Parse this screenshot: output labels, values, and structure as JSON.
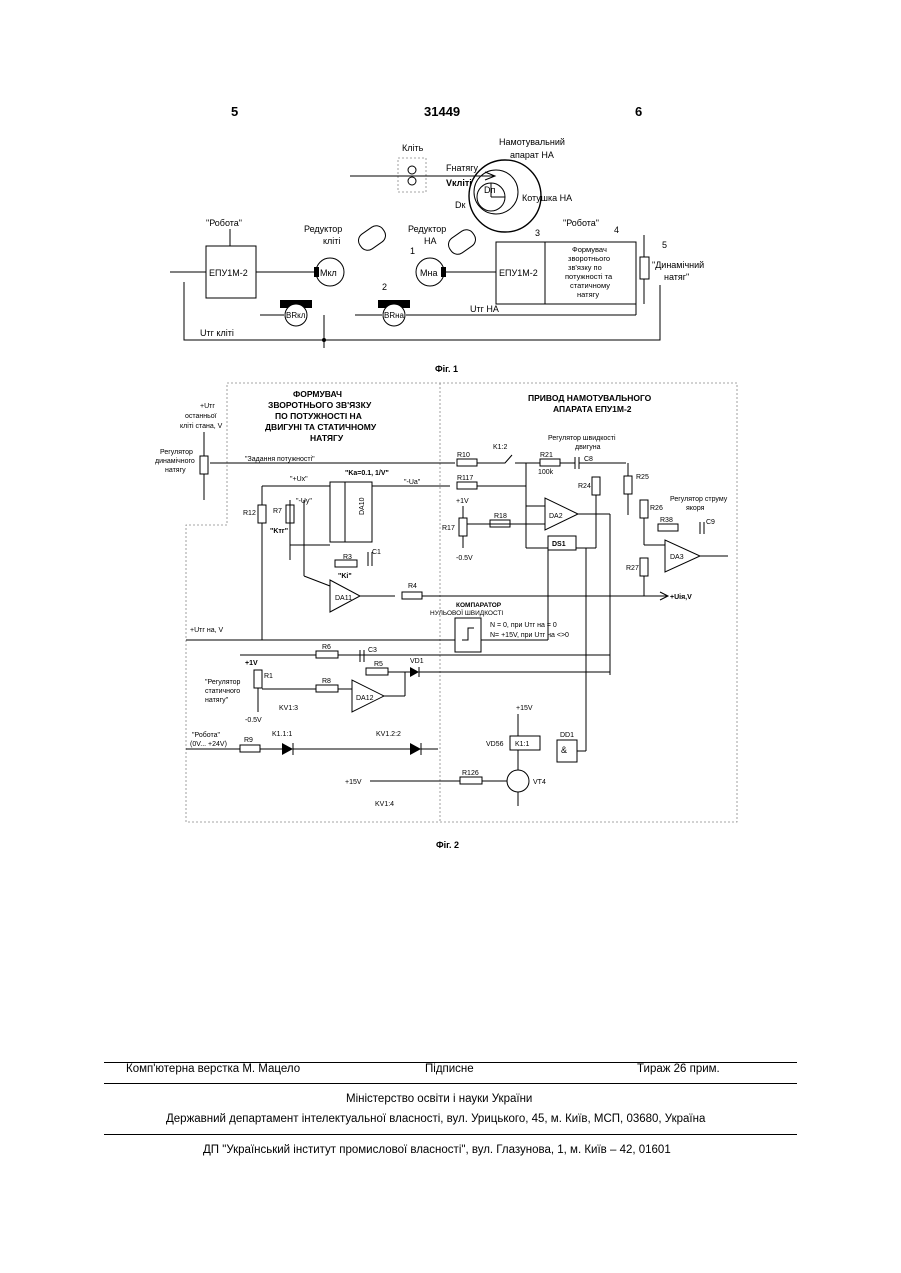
{
  "header": {
    "left_page": "5",
    "patent_number": "31449",
    "right_page": "6"
  },
  "fig1": {
    "caption": "Фіг. 1",
    "labels": {
      "stand": "Кліть",
      "winder": "Намотувальний",
      "winder2": "апарат НА",
      "tension": "Fнатягу",
      "v_stand": "Vкліті",
      "dp": "Dп",
      "dk": "Dк",
      "coil": "Котушка НА",
      "robota1": "\"Робота\"",
      "robota2": "\"Робота\"",
      "reducer_stand": "Редуктор",
      "reducer_stand2": "кліті",
      "reducer_na": "Редуктор",
      "reducer_na2": "НА",
      "epu1": "ЕПУ1М-2",
      "epu2": "ЕПУ1М-2",
      "m_kl": "Мкл",
      "m_na": "Мна",
      "br_kl": "BRкл",
      "br_na": "BRна",
      "n1": "1",
      "n2": "2",
      "n3": "3",
      "n4": "4",
      "n5": "5",
      "former1": "Формувач",
      "former2": "зворотнього",
      "former3": "зв'язку по",
      "former4": "потужності та",
      "former5": "статичному",
      "former6": "натягу",
      "dyn1": "\"Динамічний",
      "dyn2": "натяг\"",
      "utg_na": "Uтг НА",
      "utg_kl": "Uтг кліті"
    }
  },
  "fig2": {
    "caption": "Фіг. 2",
    "labels": {
      "title_l1": "ФОРМУВАЧ",
      "title_l2": "ЗВОРОТНЬОГО ЗВ'ЯЗКУ",
      "title_l3": "ПО ПОТУЖНОСТІ НА",
      "title_l4": "ДВИГУНІ ТА СТАТИЧНОМУ",
      "title_l5": "НАТЯГУ",
      "title_r1": "ПРИВОД НАМОТУВАЛЬНОГО",
      "title_r2": "АПАРАТА ЕПУ1М-2",
      "utg_last1": "+Uтг",
      "utg_last2": "останньої",
      "utg_last3": "кліті стана, V",
      "reg_dyn1": "Регулятор",
      "reg_dyn2": "динамічного",
      "reg_dyn3": "натягу",
      "power_set": "\"Задання потужності\"",
      "ux": "\"+Ux\"",
      "uy": "\"-Uy\"",
      "ka": "\"Ka=0.1, 1/V\"",
      "ua": "\"-Ua\"",
      "da10": "DA10",
      "r12": "R12",
      "r7": "R7",
      "ktg": "\"Kтг\"",
      "c1": "C1",
      "r3": "R3",
      "ki": "\"Ki\"",
      "da11": "DA11",
      "r4": "R4",
      "r10": "R10",
      "k12": "K1:2",
      "r21": "R21",
      "r21v": "100k",
      "reg_speed1": "Регулятор швидкості",
      "reg_speed2": "двигуна",
      "c8": "C8",
      "r117": "R117",
      "r24": "R24",
      "p1v": "+1V",
      "r17": "R17",
      "r18": "R18",
      "da2": "DA2",
      "m05v": "-0.5V",
      "ds1": "DS1",
      "r25": "R25",
      "r26": "R26",
      "reg_cur1": "Регулятор струму",
      "reg_cur2": "якоря",
      "r38": "R38",
      "c9": "C9",
      "da3": "DA3",
      "r27": "R27",
      "uia": "+Uiя,V",
      "comp1": "КОМПАРАТОР",
      "comp2": "НУЛЬОВОЇ ШВИДКОСТІ",
      "comp3": "N = 0,      при Uтг на = 0",
      "comp4": "N= +15V, при Uтг на <>0",
      "utg_na": "+Uтг на, V",
      "r6": "R6",
      "c3": "C3",
      "r5": "R5",
      "vd1": "VD1",
      "p1v_b": "+1V",
      "r1": "R1",
      "reg_stat1": "\"Регулятор",
      "reg_stat2": "статичного",
      "reg_stat3": "натягу\"",
      "r8": "R8",
      "kv13": "KV1:3",
      "da12": "DA12",
      "m05v_b": "-0.5V",
      "p15v": "+15V",
      "vd56": "VD56",
      "k11": "K1:1",
      "dd1": "DD1",
      "robota1": "\"Робота\"",
      "robota2": "(0V... +24V)",
      "r9": "R9",
      "k111": "K1.1:1",
      "kv122": "KV1.2:2",
      "p15v_b": "+15V",
      "kv14": "KV1:4",
      "r126": "R126",
      "vt4": "VT4",
      "amp": "&"
    }
  },
  "footer": {
    "left": "Комп'ютерна верстка М. Мацело",
    "center": "Підписне",
    "right": "Тираж 26 прим.",
    "line2": "Міністерство освіти і науки України",
    "line3": "Державний департамент інтелектуальної власності, вул. Урицького, 45, м. Київ, МСП, 03680, Україна",
    "line4": "ДП \"Український інститут промислової власності\", вул. Глазунова, 1, м. Київ – 42, 01601"
  }
}
